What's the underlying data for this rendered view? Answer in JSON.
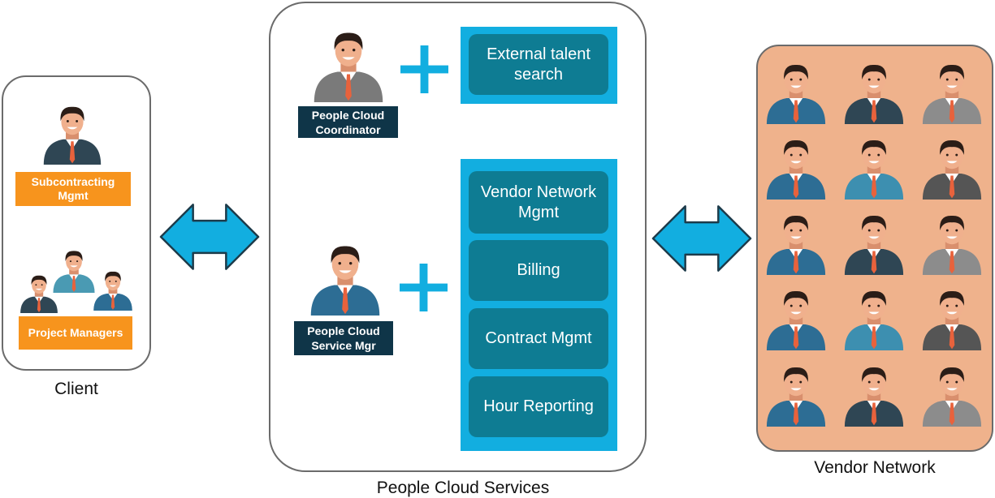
{
  "client": {
    "caption": "Client",
    "subcontracting_label": "Subcontracting Mgmt",
    "project_managers_label": "Project Managers"
  },
  "services": {
    "caption": "People Cloud Services",
    "coordinator_label": "People Cloud Coordinator",
    "service_mgr_label": "People Cloud Service Mgr",
    "external_talent": "External talent search",
    "items": [
      {
        "label": "Vendor Network Mgmt"
      },
      {
        "label": "Billing"
      },
      {
        "label": "Contract Mgmt"
      },
      {
        "label": "Hour Reporting"
      }
    ]
  },
  "vendor": {
    "caption": "Vendor Network"
  },
  "colors": {
    "accent_blue": "#12aee0",
    "service_teal": "#0e7c93",
    "label_dark": "#0f3548",
    "label_orange": "#f7941d",
    "vendor_bg": "#efb28c"
  },
  "icons": [
    "person-icon",
    "plus-icon",
    "double-arrow-icon"
  ]
}
